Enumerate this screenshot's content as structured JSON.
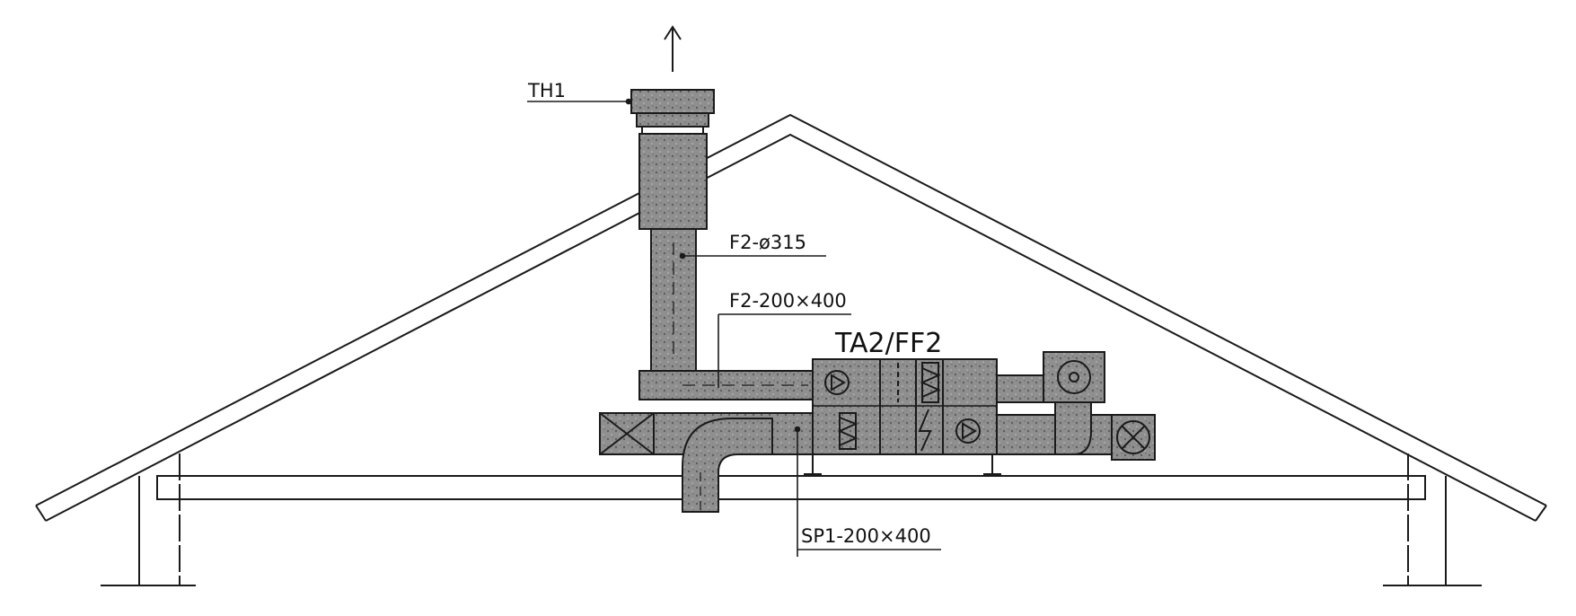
{
  "labels": {
    "top_terminal": "TH1",
    "riser_duct": "F2-ø315",
    "exhaust_duct": "F2-200×400",
    "unit": "TA2/FF2",
    "supply_duct": "SP1-200×400"
  },
  "icons": [
    "up-arrow-icon",
    "fan-icon",
    "filter-icon",
    "heat-recovery-icon",
    "lightning-icon",
    "damper-icon",
    "fan-wheel-icon"
  ],
  "colors": {
    "line": "#1a1a1a",
    "duct_fill": "#8c8c8c",
    "duct_dark": "#6e6e6e",
    "background": "#ffffff"
  }
}
